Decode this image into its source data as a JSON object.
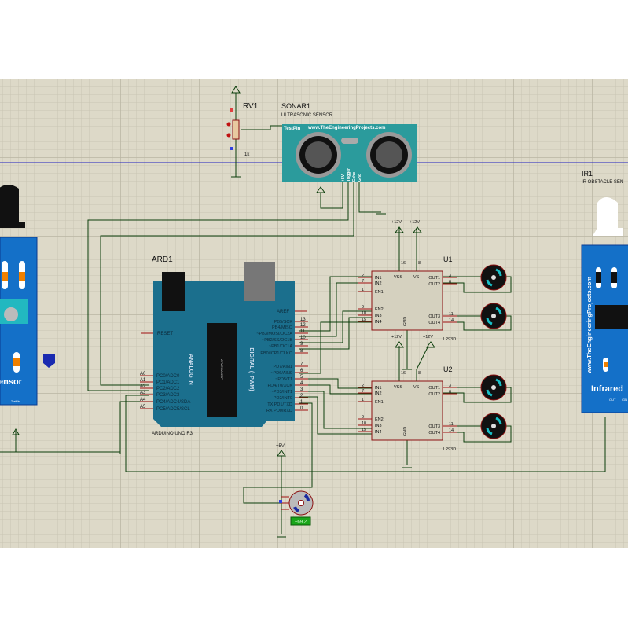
{
  "colors": {
    "sheet": "#ddd9c8",
    "grid": "#c9c5b3",
    "wire": "#0a3d0a",
    "pin": "#a01010",
    "arduino": "#1b6f8d",
    "sonar": "#2b9b9c",
    "sensor_board": "#1470c8",
    "chip_body": "#d5d1bf",
    "servo_label": "#1aa51a",
    "guide_line": "#2020c0"
  },
  "rv1": {
    "ref": "RV1",
    "value": "1k"
  },
  "sonar": {
    "ref": "SONAR1",
    "type": "ULTRASONIC SENSOR",
    "brand": "www.TheEngineeringProjects.com",
    "test_pin": "TestPin",
    "pins": [
      "+5V",
      "Trigger",
      "Echo",
      "Gnd"
    ]
  },
  "arduino": {
    "ref": "ARD1",
    "model": "ARDUINO UNO R3",
    "analog_title": "ANALOG IN",
    "digital_title": "DIGITAL (~PWM)",
    "chip_text": "ATMEGA328P",
    "aref": "AREF",
    "reset": "RESET",
    "analog_pins": [
      {
        "n": "A0",
        "f": "PC0/ADC0"
      },
      {
        "n": "A1",
        "f": "PC1/ADC1"
      },
      {
        "n": "A2",
        "f": "PC2/ADC2"
      },
      {
        "n": "A3",
        "f": "PC3/ADC3"
      },
      {
        "n": "A4",
        "f": "PC4/ADC4/SDA"
      },
      {
        "n": "A5",
        "f": "PC5/ADC5/SCL"
      }
    ],
    "digital_pins": [
      {
        "n": "13",
        "f": "PB5/SCK"
      },
      {
        "n": "12",
        "f": "PB4/MISO"
      },
      {
        "n": "11",
        "f": "~PB3/MOSI/OC2A"
      },
      {
        "n": "10",
        "f": "~PB2/SS/OC1B"
      },
      {
        "n": "9",
        "f": "~PB1/OC1A"
      },
      {
        "n": "8",
        "f": "PB0/ICP1/CLKO"
      },
      {
        "n": "7",
        "f": "PD7/AIN1"
      },
      {
        "n": "6",
        "f": "~PD6/AIN0"
      },
      {
        "n": "5",
        "f": "~PD5/T1"
      },
      {
        "n": "4",
        "f": "PD4/T0/XCK"
      },
      {
        "n": "3",
        "f": "~PD3/INT1"
      },
      {
        "n": "2",
        "f": "PD2/INT0"
      },
      {
        "n": "1",
        "f": "TX PD1/TXD"
      },
      {
        "n": "0",
        "f": "RX PD0/RXD"
      }
    ]
  },
  "drivers": [
    {
      "ref": "U1",
      "part": "L293D"
    },
    {
      "ref": "U2",
      "part": "L293D"
    }
  ],
  "driver_pins": {
    "left": [
      {
        "n": "2",
        "f": "IN1"
      },
      {
        "n": "7",
        "f": "IN2"
      },
      {
        "n": "1",
        "f": "EN1"
      },
      {
        "n": "9",
        "f": "EN2"
      },
      {
        "n": "10",
        "f": "IN3"
      },
      {
        "n": "15",
        "f": "IN4"
      }
    ],
    "right": [
      {
        "n": "3",
        "f": "OUT1"
      },
      {
        "n": "6",
        "f": "OUT2"
      },
      {
        "n": "11",
        "f": "OUT3"
      },
      {
        "n": "14",
        "f": "OUT4"
      }
    ],
    "top": [
      {
        "n": "16",
        "f": "VSS"
      },
      {
        "n": "8",
        "f": "VS"
      }
    ],
    "gnd": "GND"
  },
  "power": {
    "v12": "+12V",
    "v5": "+5V"
  },
  "left_sensor": {
    "label": "ensor",
    "test_pin": "TestPin"
  },
  "ir": {
    "ref": "IR1",
    "type": "IR OBSTACLE SEN",
    "brand": "www.TheEngineeringProjects.com",
    "label": "Infrared",
    "pins": [
      "OUT",
      "GN"
    ]
  },
  "servo": {
    "angle": "+69.2"
  }
}
